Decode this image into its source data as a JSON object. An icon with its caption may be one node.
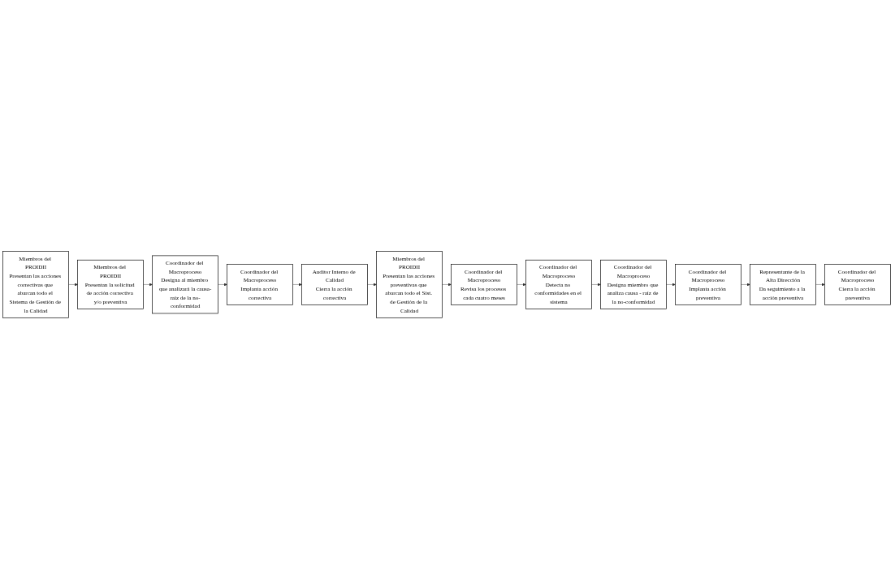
{
  "diagram": {
    "nodes": [
      {
        "text": [
          "Miembros del PROIDII",
          "Presentan las acciones correctivas que abarcan todo el Sistema de Gestión de la Calidad"
        ]
      },
      {
        "text": [
          "Miembros del PROIDII",
          "Presentan la solicitud de acción correctiva y/o preventiva"
        ]
      },
      {
        "text": [
          "Coordinador del Macroproceso",
          "Designa al miembro que analizará la causa-raíz de la no-conformidad"
        ]
      },
      {
        "text": [
          "Coordinador del Macroproceso",
          "Implanta acción correctiva"
        ]
      },
      {
        "text": [
          "Coordinador del Macroproceso",
          "Detecta no conformidades en el sistema"
        ]
      },
      {
        "text": [
          "Coordinador del Macroproceso",
          "Revisa los procesos cada cuatro meses"
        ]
      },
      {
        "text": [
          "Miembros del PROIDII",
          "Presentan las acciones preventivas que abarcan todo el Sist. de Gestión de la Calidad"
        ]
      },
      {
        "text": [
          "Auditor Interno de Calidad",
          "Cierra la acción correctiva"
        ]
      },
      {
        "text": [
          "Coordinador del Macroproceso",
          "Designa miembro que analiza causa - raíz de la no-conformidad"
        ]
      },
      {
        "text": [
          "Coordinador del Macroproceso",
          "Implanta acción preventiva"
        ]
      },
      {
        "text": [
          "Representante de la Alta Dirección",
          "Da seguimiento a la acción preventiva"
        ]
      },
      {
        "text": [
          "Coordinador del Macroproceso",
          "Cierra la acción preventiva"
        ]
      }
    ],
    "edges": [
      {
        "from": 0,
        "to": 1,
        "arrow": "to"
      },
      {
        "from": 1,
        "to": 2,
        "arrow": "to"
      },
      {
        "from": 2,
        "to": 3,
        "arrow": "to"
      },
      {
        "from": 3,
        "to": 7,
        "arrow": "to"
      },
      {
        "from": 7,
        "to": 6,
        "arrow": "to"
      },
      {
        "from": 6,
        "to": 5,
        "arrow": "to"
      },
      {
        "from": 5,
        "to": 4,
        "arrow": "to"
      },
      {
        "from": 4,
        "to": 8,
        "arrow": "to"
      },
      {
        "from": 8,
        "to": 9,
        "arrow": "to"
      },
      {
        "from": 9,
        "to": 10,
        "arrow": "to"
      },
      {
        "from": 10,
        "to": 11,
        "arrow": "to"
      }
    ]
  }
}
